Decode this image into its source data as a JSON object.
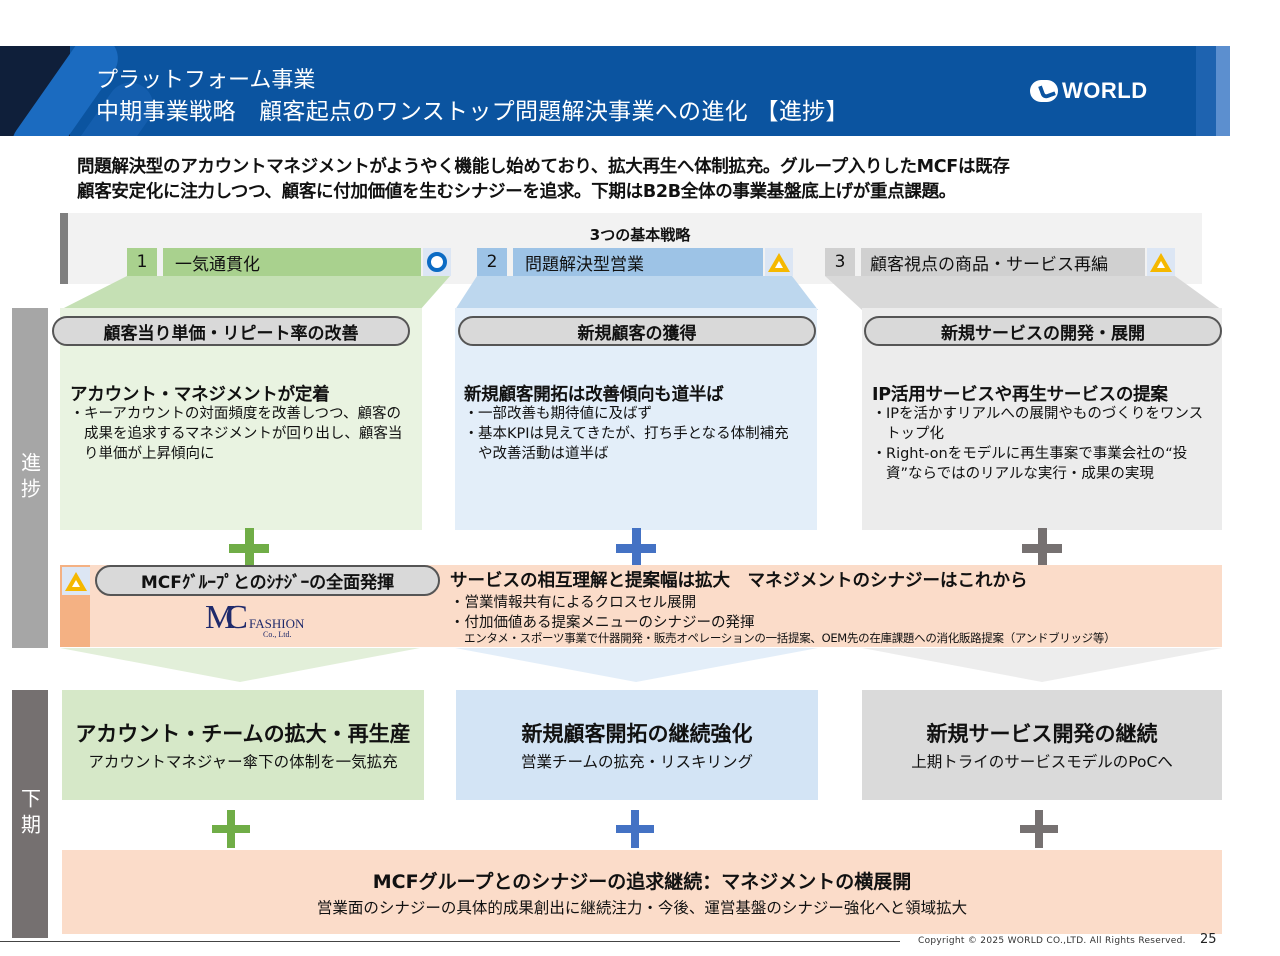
{
  "header": {
    "title_line1": "プラットフォーム事業",
    "title_line2": "中期事業戦略　顧客起点のワンストップ問題解決事業への進化 【進捗】",
    "logo_text": "WORLD"
  },
  "summary": {
    "line1": "問題解決型のアカウントマネジメントがようやく機能し始めており、拡大再生へ体制拡充。グループ入りしたMCFは既存",
    "line2": "顧客安定化に注力しつつ、顧客に付加価値を生むシナジーを追求。下期はB2B全体の事業基盤底上げが重点課題。"
  },
  "strategies": {
    "title": "3つの基本戦略",
    "items": [
      {
        "num": "1",
        "label": "一気通貫化",
        "status": "circle",
        "color": "#a9d18e"
      },
      {
        "num": "2",
        "label": "問題解決型営業",
        "status": "triangle",
        "color": "#9dc3e6"
      },
      {
        "num": "3",
        "label": "顧客視点の商品・サービス再編",
        "status": "triangle",
        "color": "#d9d9d9"
      }
    ]
  },
  "progress": {
    "side_label": "進捗",
    "columns": [
      {
        "pill": "顧客当り単価・リピート率の改善",
        "heading": "アカウント・マネジメントが定着",
        "bullets": [
          "キーアカウントの対面頻度を改善しつつ、顧客の成果を追求するマネジメントが回り出し、顧客当り単価が上昇傾向に"
        ]
      },
      {
        "pill": "新規顧客の獲得",
        "heading": "新規顧客開拓は改善傾向も道半ば",
        "bullets": [
          "一部改善も期待値に及ばず",
          "基本KPIは見えてきたが、打ち手となる体制補充や改善活動は道半ば"
        ]
      },
      {
        "pill": "新規サービスの開発・展開",
        "heading": "IP活用サービスや再生サービスの提案",
        "bullets": [
          "IPを活かすリアルへの展開やものづくりをワンストップ化",
          "Right-onをモデルに再生事案で事業会社の“投資”ならではのリアルな実行・成果の実現"
        ]
      }
    ],
    "mcf": {
      "pill": "MCFｸﾞﾙｰﾌﾟとのｼﾅｼﾞｰの全面発揮",
      "logo_main": "MC",
      "logo_sub1": "FASHION",
      "logo_sub2": "Co., Ltd.",
      "heading": "サービスの相互理解と提案幅は拡大　マネジメントのシナジーはこれから",
      "bullets": [
        "営業情報共有によるクロスセル展開",
        "付加価値ある提案メニューのシナジーの発揮"
      ],
      "note": "エンタメ・スポーツ事業で什器開発・販売オペレーションの一括提案、OEM先の在庫課題への消化販路提案（アンドブリッジ等）"
    }
  },
  "second_half": {
    "side_label": "下期",
    "boxes": [
      {
        "title": "アカウント・チームの拡大・再生産",
        "sub": "アカウントマネジャー傘下の体制を一気拡充"
      },
      {
        "title": "新規顧客開拓の継続強化",
        "sub": "営業チームの拡充・リスキリング"
      },
      {
        "title": "新規サービス開発の継続",
        "sub": "上期トライのサービスモデルのPoCへ"
      }
    ],
    "final": {
      "title": "MCFグループとのシナジーの追求継続：マネジメントの横展開",
      "sub": "営業面のシナジーの具体的成果創出に継続注力・今後、運営基盤のシナジー強化へと領域拡大"
    }
  },
  "footer": {
    "copyright": "Copyright © 2025 WORLD CO.,LTD. All Rights Reserved.",
    "page": "25"
  },
  "colors": {
    "header_blue": "#0b54a0",
    "green": "#70ad47",
    "blue": "#4472c4",
    "gray": "#767171",
    "peach": "#fbdcc9",
    "triangle_yellow": "#f5b800"
  }
}
